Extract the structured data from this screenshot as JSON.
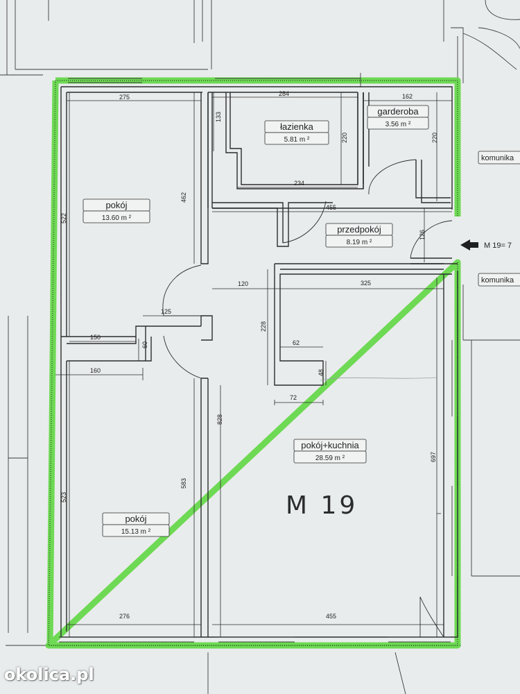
{
  "watermark": "okolica.pl",
  "unit": {
    "name": "M 19",
    "side_label": "M 19= 7"
  },
  "corridor_labels": [
    "komunika",
    "komunika"
  ],
  "colors": {
    "outline": "#58d63a",
    "paper": "#e9ecec",
    "ink": "#2b2d2e"
  },
  "rooms": [
    {
      "name": "pokój",
      "area": "13.60 m ²"
    },
    {
      "name": "łazienka",
      "area": "5.81 m ²"
    },
    {
      "name": "garderoba",
      "area": "3.56 m ²"
    },
    {
      "name": "przedpokój",
      "area": "8.19 m ²"
    },
    {
      "name": "pokój+kuchnia",
      "area": "28.59 m ²"
    },
    {
      "name": "pokój",
      "area": "15.13 m ²"
    }
  ],
  "dimensions": [
    "275",
    "284",
    "162",
    "133",
    "220",
    "220",
    "234",
    "455",
    "522",
    "462",
    "126",
    "120",
    "325",
    "125",
    "228",
    "150",
    "60",
    "62",
    "160",
    "48",
    "72",
    "828",
    "697",
    "583",
    "523",
    "276",
    "455"
  ]
}
